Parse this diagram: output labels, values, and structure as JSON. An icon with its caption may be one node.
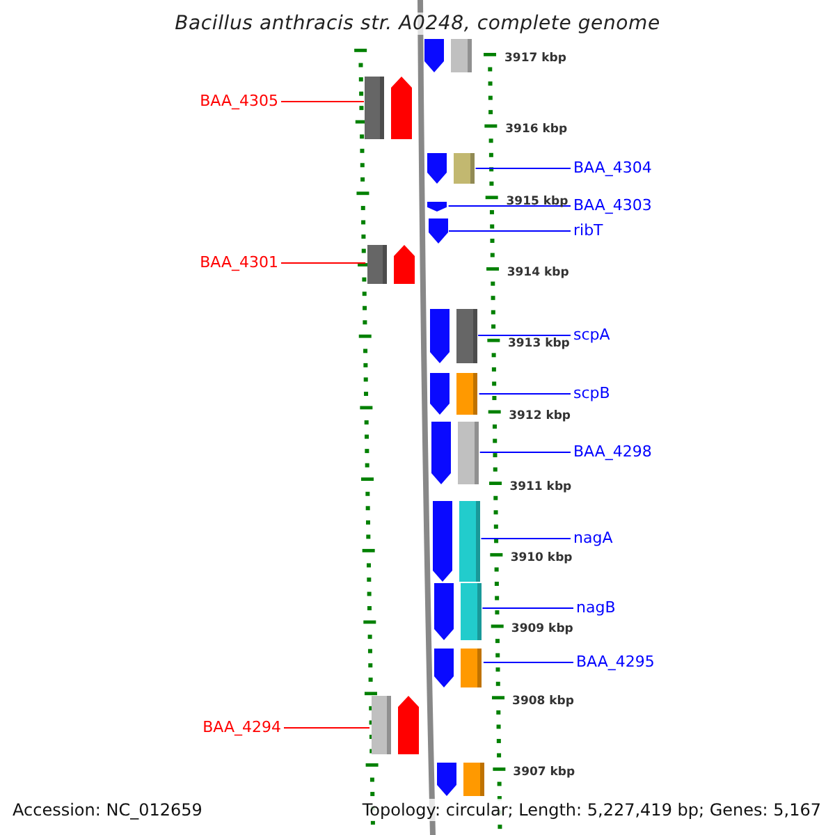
{
  "diagram": {
    "title": "Bacillus anthracis str. A0248, complete genome",
    "nodes": [
      {
        "text": [],
        "shape": "bar"
      },
      {
        "text": [
          "BAA_4305"
        ]
      },
      {
        "text": [],
        "shape": "bar"
      },
      {
        "text": [
          "BAA_4304"
        ]
      },
      {
        "text": [],
        "shape": "bar"
      },
      {
        "text": [
          "BAA_4303"
        ]
      },
      {
        "text": [],
        "shape": "bar"
      },
      {
        "text": [
          "ribT"
        ]
      },
      {
        "text": [],
        "shape": "bar"
      },
      {
        "text": [
          "BAA_4301"
        ]
      },
      {
        "text": [],
        "shape": "bar"
      },
      {
        "text": [
          "scpA"
        ]
      },
      {
        "text": [],
        "shape": "bar"
      },
      {
        "text": [
          "scpB"
        ]
      },
      {
        "text": [],
        "shape": "bar"
      },
      {
        "text": [
          "BAA_4298"
        ]
      },
      {
        "text": [],
        "shape": "bar"
      },
      {
        "text": [
          "nagA"
        ]
      },
      {
        "text": [],
        "shape": "bar"
      },
      {
        "text": [
          "nagB"
        ]
      },
      {
        "text": [],
        "shape": "bar"
      },
      {
        "text": [
          "BAA_4295"
        ]
      },
      {
        "text": [],
        "shape": "bar"
      },
      {
        "text": [
          "BAA_4294"
        ]
      },
      {
        "text": [],
        "shape": "bar"
      },
      {
        "text": [],
        "shape": "bar"
      }
    ],
    "edges": [
      {
        "from": 1,
        "to": 2,
        "arrow": "none",
        "color": "#ff0000"
      },
      {
        "from": 3,
        "to": 4,
        "arrow": "none"
      },
      {
        "from": 5,
        "to": 6,
        "arrow": "none"
      },
      {
        "from": 7,
        "to": 8,
        "arrow": "none"
      },
      {
        "from": 9,
        "to": 10,
        "arrow": "none",
        "color": "#ff0000"
      },
      {
        "from": 11,
        "to": 12,
        "arrow": "none"
      },
      {
        "from": 13,
        "to": 14,
        "arrow": "none"
      },
      {
        "from": 15,
        "to": 16,
        "arrow": "none"
      },
      {
        "from": 17,
        "to": 18,
        "arrow": "none"
      },
      {
        "from": 19,
        "to": 20,
        "arrow": "none"
      },
      {
        "from": 21,
        "to": 22,
        "arrow": "none"
      },
      {
        "from": 23,
        "to": 24,
        "arrow": "none",
        "color": "#ff0000"
      }
    ],
    "labels": [
      "3917 kbp",
      "3916 kbp",
      "3915 kbp",
      "3914 kbp",
      "3913 kbp",
      "3912 kbp",
      "3911 kbp",
      "3910 kbp",
      "3909 kbp",
      "3908 kbp",
      "3907 kbp",
      "Accession: NC_012659",
      "Topology: circular; Length: 5,227,419 bp; Genes: 5,167"
    ]
  }
}
